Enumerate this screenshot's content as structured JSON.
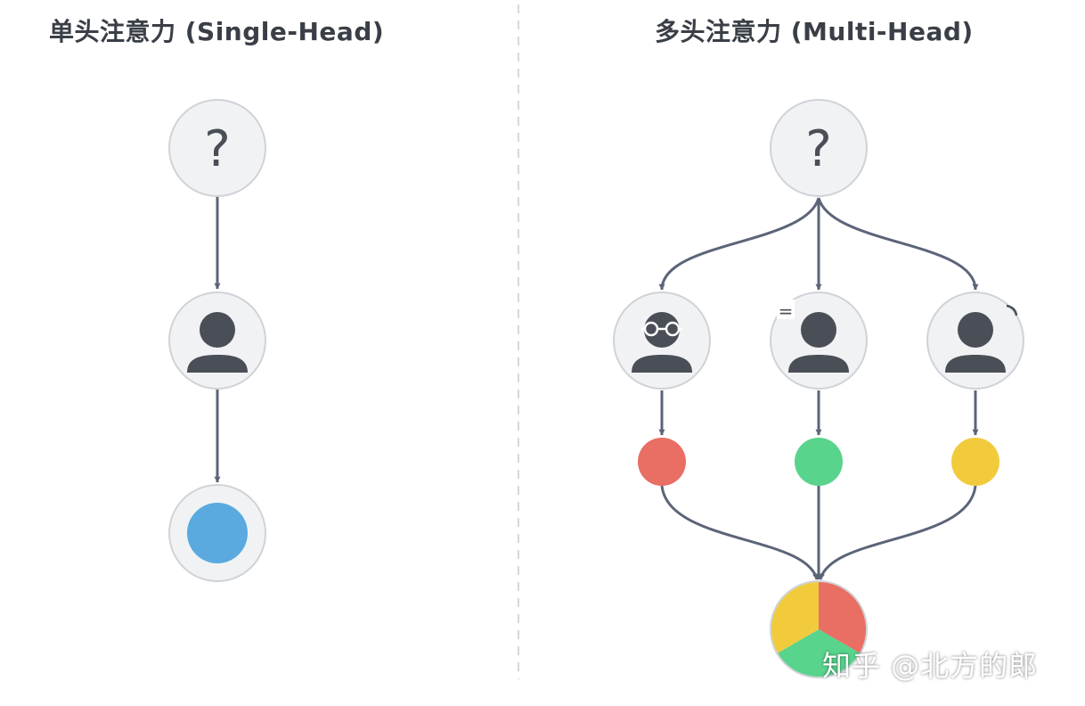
{
  "titles": {
    "single_head": "单头注意力 (Single-Head)",
    "multi_head": "多头注意力 (Multi-Head)"
  },
  "nodes": {
    "query_symbol": "?",
    "glasses_head_mark": "=",
    "person_icon": "person-icon",
    "glasses_icon": "glasses-icon"
  },
  "colors": {
    "node_fill": "#f1f2f4",
    "node_stroke": "#cfd3d8",
    "edge": "#5c6478",
    "person": "#4a4f57",
    "single_output": "#5aaae0",
    "head_red": "#e96e63",
    "head_green": "#58d48c",
    "head_yellow": "#f2cb3d"
  },
  "watermark": "知乎 @北方的郎"
}
